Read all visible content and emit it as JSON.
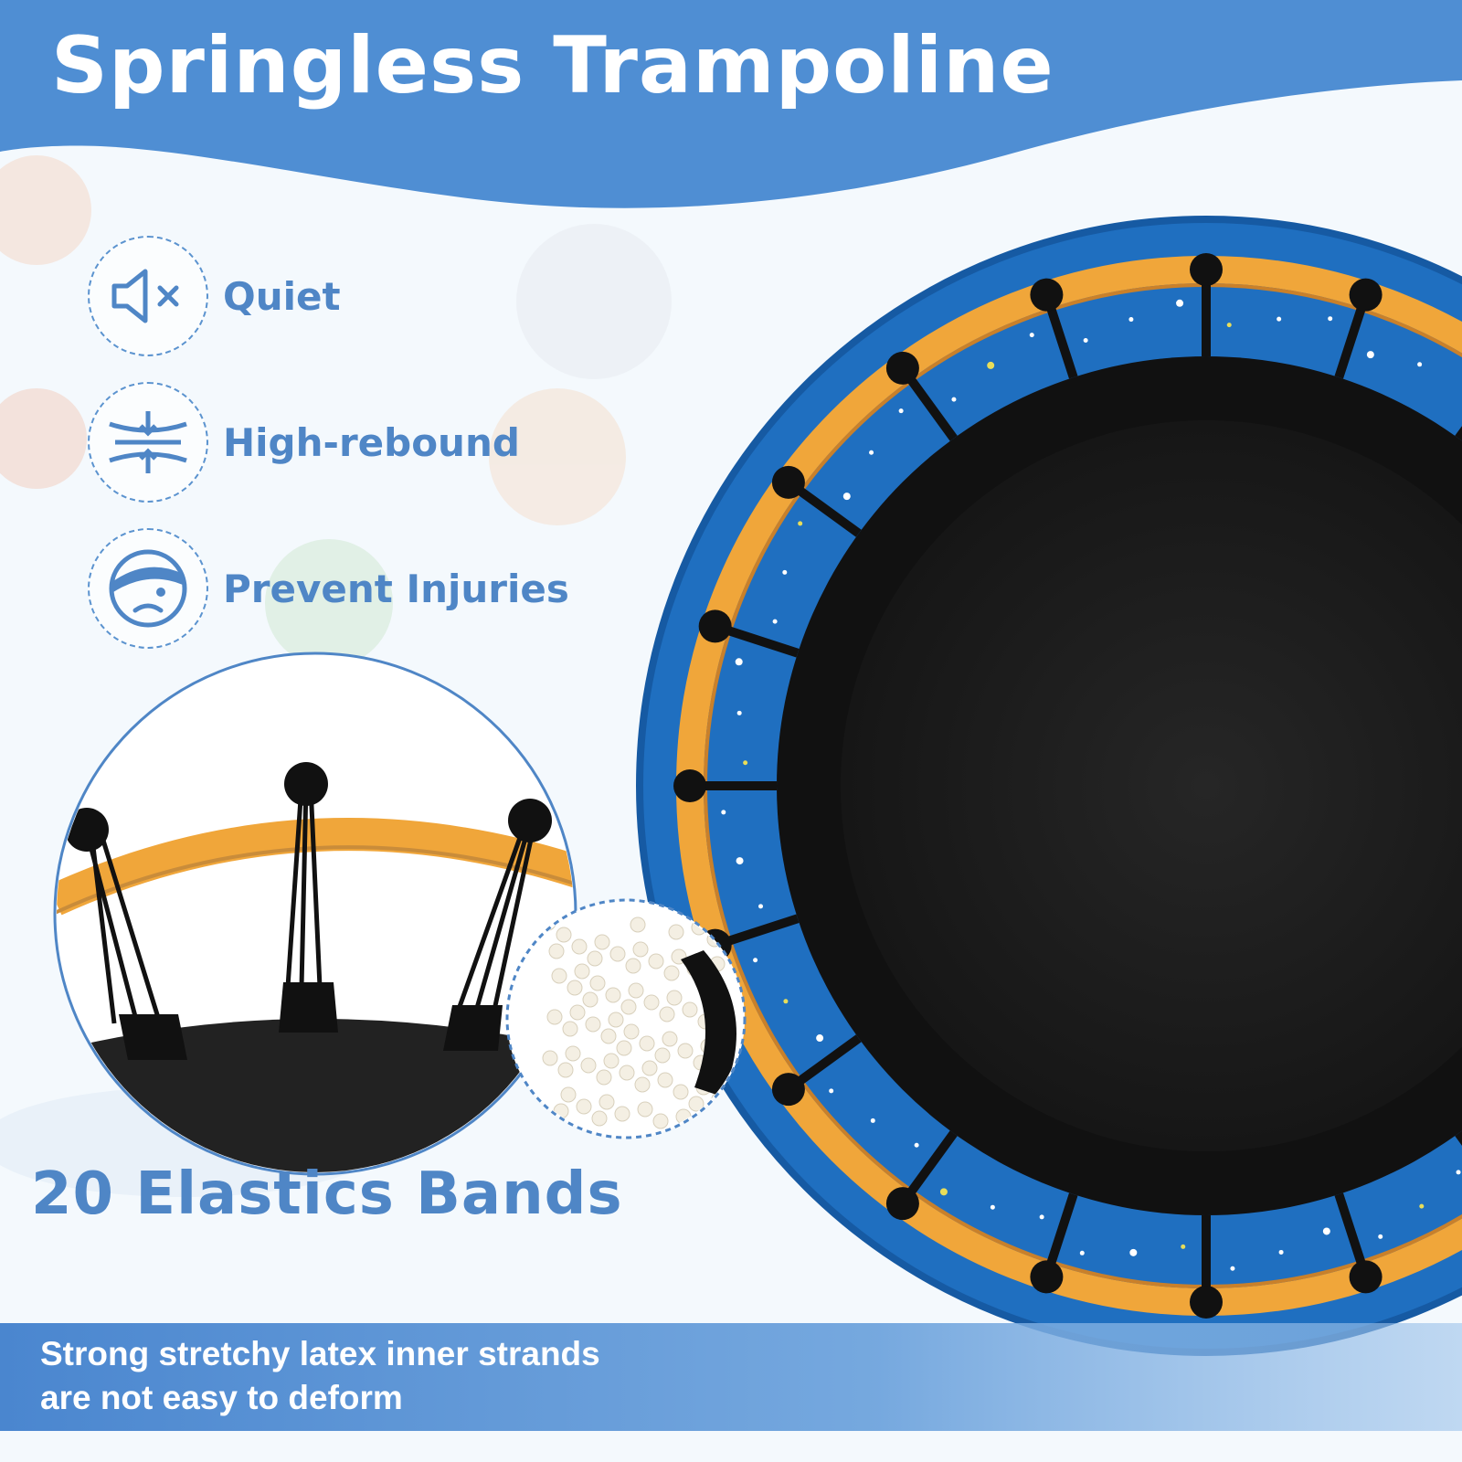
{
  "title": "Springless Trampoline",
  "features": [
    {
      "label": "Quiet",
      "icon": "mute-speaker-icon"
    },
    {
      "label": "High-rebound",
      "icon": "rebound-arrows-icon"
    },
    {
      "label": "Prevent Injuries",
      "icon": "injured-face-icon"
    }
  ],
  "bands_title": "20 Elastics Bands",
  "description": {
    "line1": "Strong stretchy latex inner strands",
    "line2": "are not easy to deform"
  },
  "colors": {
    "brand_blue": "#4f86c6",
    "frame_orange": "#f0a63a",
    "pad_blue": "#1f6fc0",
    "mat_black": "#1b1b1b"
  }
}
